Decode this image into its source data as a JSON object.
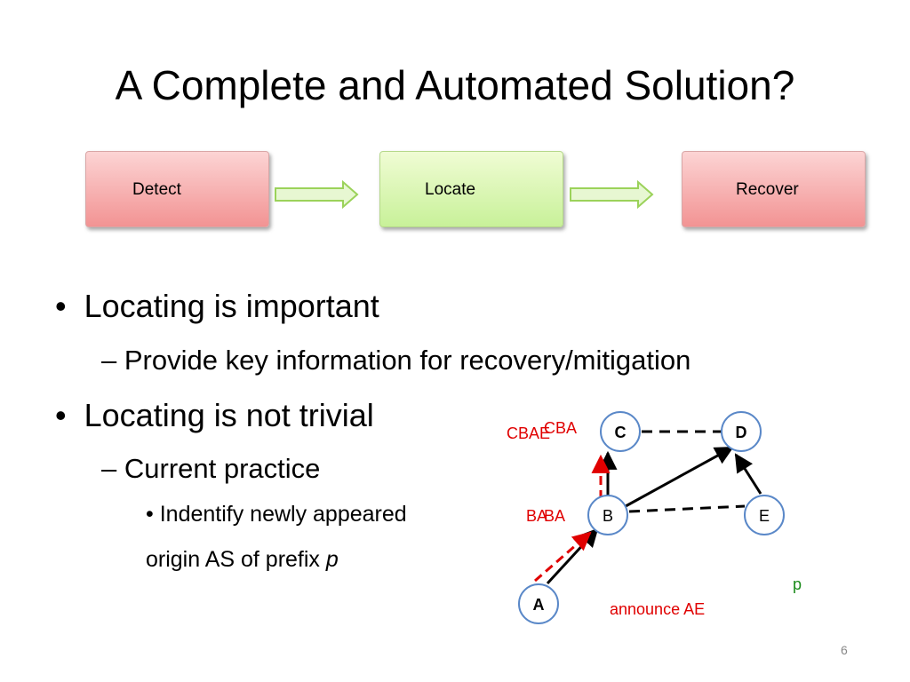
{
  "slide": {
    "title": "A Complete and Automated Solution?",
    "page_number": "6"
  },
  "pipeline": {
    "stages": [
      {
        "label": "Detect",
        "color": "#f29393"
      },
      {
        "label": "Locate",
        "color": "#c8f199"
      },
      {
        "label": "Recover",
        "color": "#f29393"
      }
    ],
    "arrow_color": "#9bd25a"
  },
  "bullets": {
    "b1": "Locating is important",
    "b1_sub": "Provide key information for recovery/mitigation",
    "b2": "Locating is not trivial",
    "b2_sub": "Current practice",
    "b2_sub2_line1": "Indentify newly appeared",
    "b2_sub2_line2": "origin AS of prefix ",
    "b2_sub2_var": "p",
    "dash": "–",
    "dot": "•"
  },
  "diagram": {
    "nodes": {
      "A": "A",
      "B": "B",
      "C": "C",
      "D": "D",
      "E": "E"
    },
    "label_cbae": "CBAE",
    "label_cba": "CBA",
    "label_ba_1": "BA",
    "label_ba_2": "BA",
    "prefix_label": "p",
    "announce_label": "announce AE",
    "colors": {
      "red": "#e00000",
      "green": "#1a8a1a",
      "node_border": "#5a88c8"
    }
  }
}
